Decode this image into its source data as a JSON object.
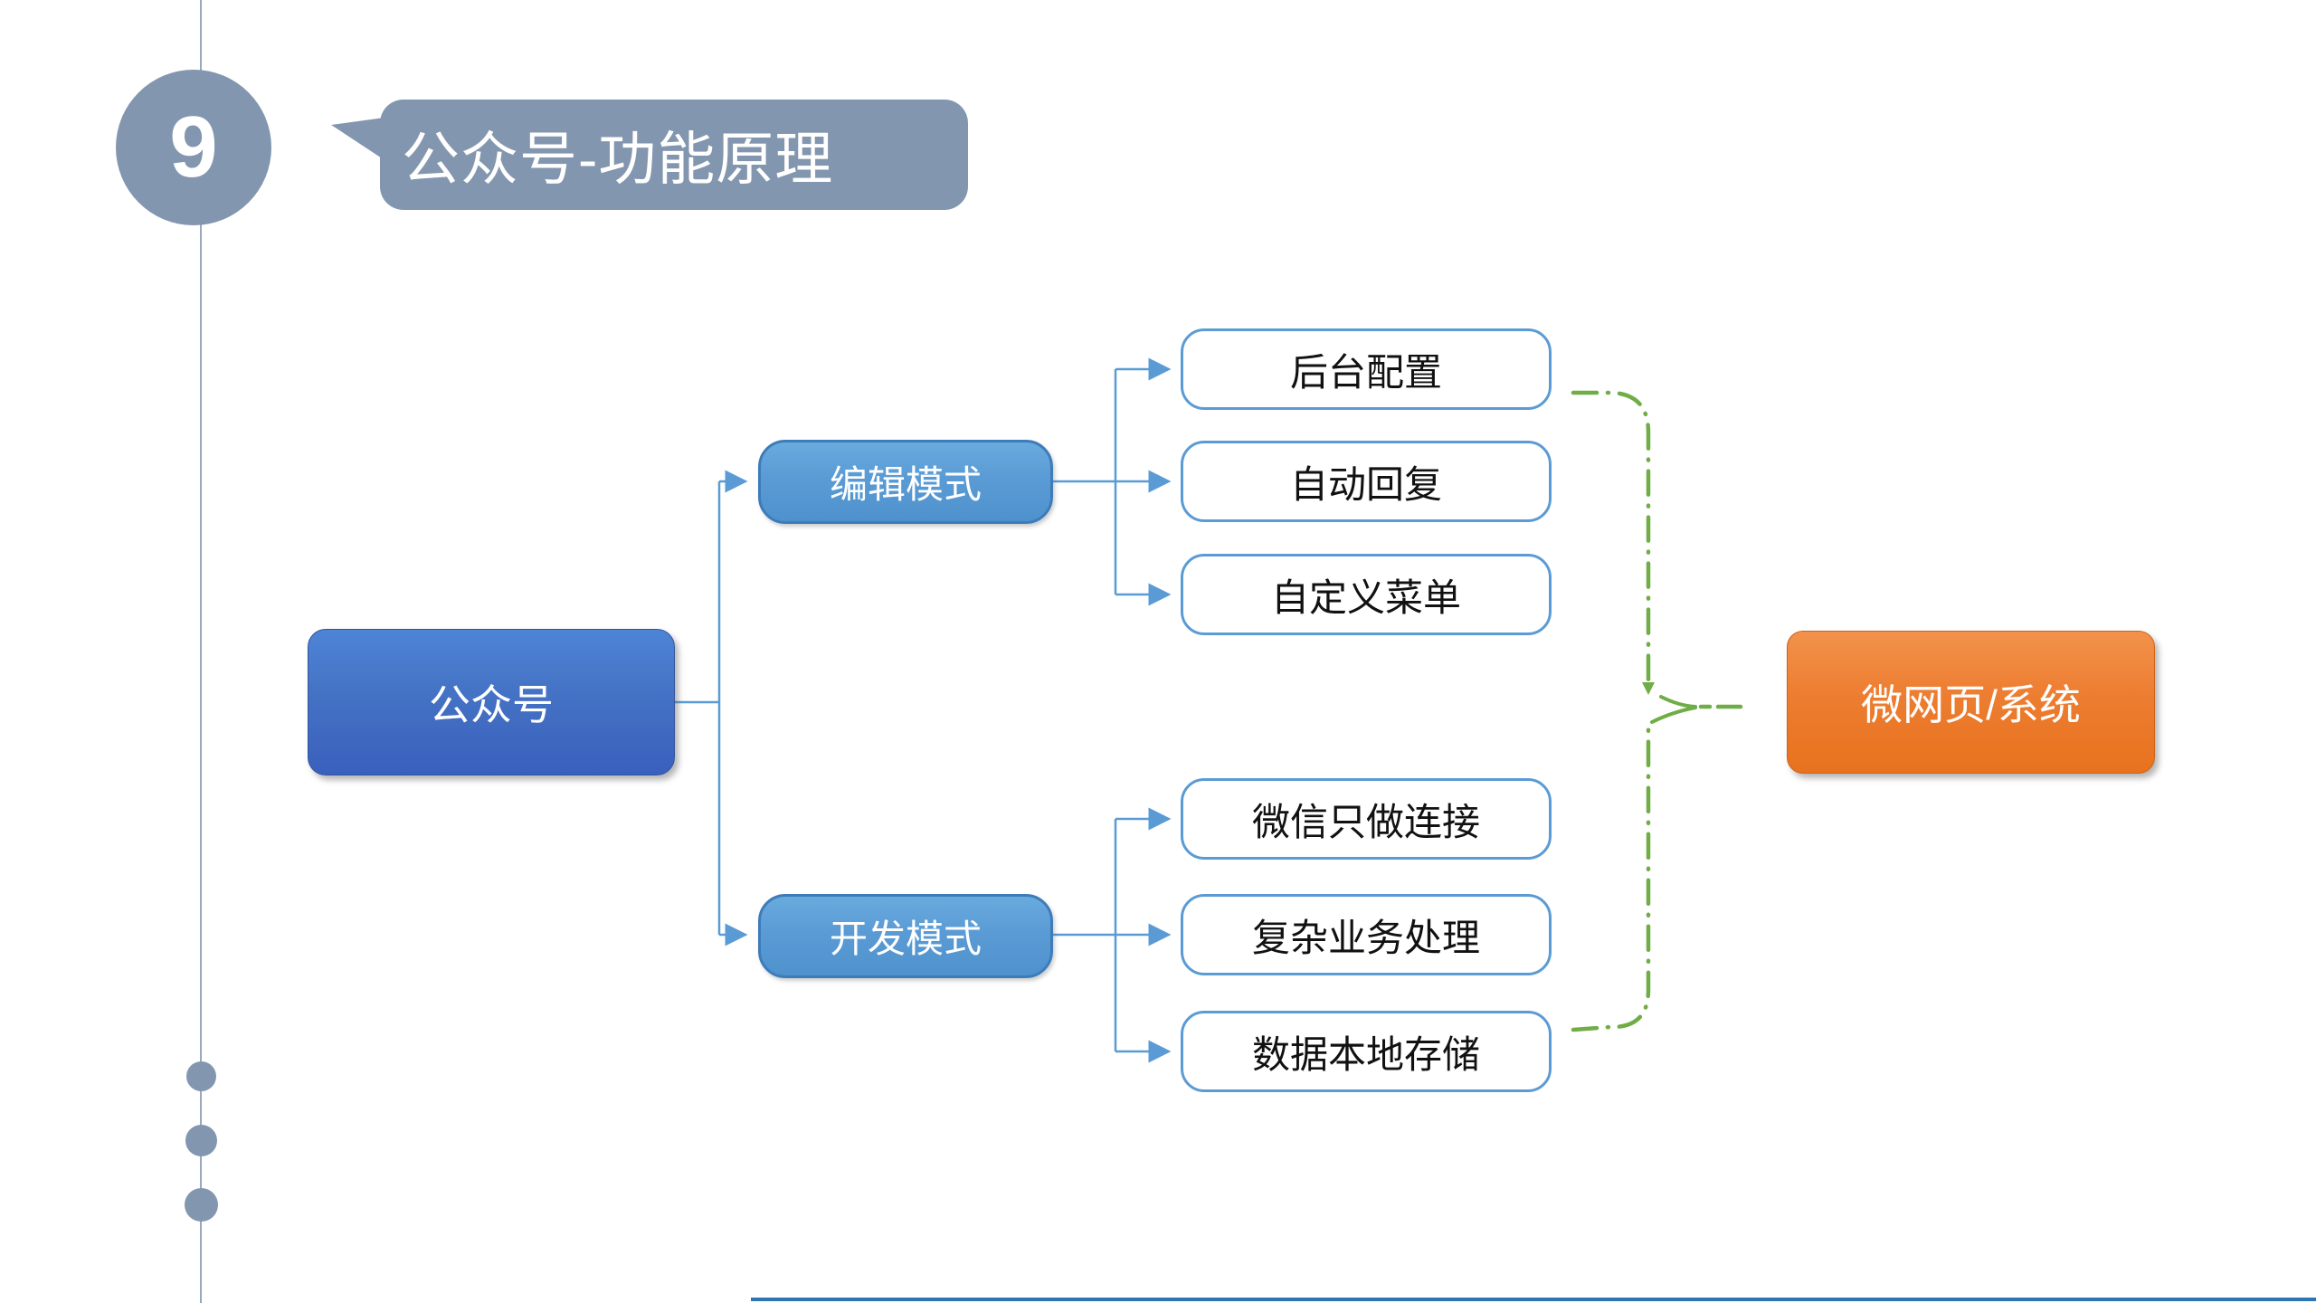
{
  "slide": {
    "page_number": "9",
    "title": "公众号-功能原理"
  },
  "colors": {
    "rail_gray_blue": "#8396AF",
    "root_blue": "#4472C4",
    "mode_blue": "#5B9BD5",
    "leaf_border_blue": "#5B9BD5",
    "connector_blue": "#5B9BD5",
    "connector_green": "#70AD47",
    "result_orange": "#ED7D31",
    "bottom_edge_blue": "#2E75B6"
  },
  "diagram": {
    "root": {
      "label": "公众号"
    },
    "modes": [
      {
        "label": "编辑模式",
        "children": [
          "后台配置",
          "自动回复",
          "自定义菜单"
        ]
      },
      {
        "label": "开发模式",
        "children": [
          "微信只做连接",
          "复杂业务处理",
          "数据本地存储"
        ]
      }
    ],
    "result": {
      "label": "微网页/系统"
    }
  }
}
